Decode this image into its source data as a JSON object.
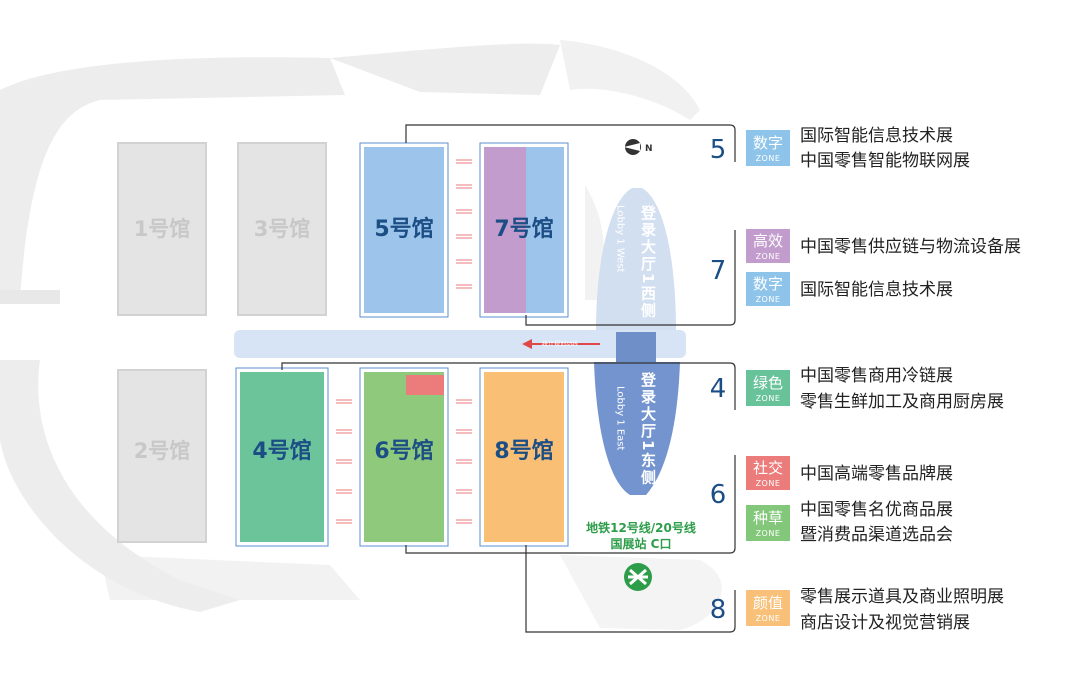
{
  "halls": {
    "h1": "1号馆",
    "h2": "2号馆",
    "h3": "3号馆",
    "h4": "4号馆",
    "h5": "5号馆",
    "h6": "6号馆",
    "h7": "7号馆",
    "h8": "8号馆"
  },
  "lobby_west": {
    "cn": "登录大厅1西侧",
    "en": "Lobby 1 West"
  },
  "lobby_east": {
    "cn": "登录大厅1东侧",
    "en": "Lobby 1 East"
  },
  "compass": "N",
  "corridor_label": "统计规划动线",
  "metro": {
    "line1": "地铁12号线/20号线",
    "line2": "国展站 C口"
  },
  "colors": {
    "digital": "#8ec4ea",
    "efficiency": "#c29ccc",
    "green": "#69c39a",
    "social": "#ec7b7b",
    "grass": "#83c77a",
    "value": "#f8c078",
    "hall5": "#9dc4ea",
    "hall4": "#6cc49b",
    "hall6": "#8ec97c",
    "hall8": "#f9c075",
    "number": "#1c4e86",
    "metro": "#2e9d4a",
    "grey": "#e6e6e6"
  },
  "legend": [
    {
      "number": "5",
      "rows": [
        {
          "zone_cn": "数字",
          "zone_en": "ZONE",
          "color": "digital",
          "lines": [
            "国际智能信息技术展",
            "中国零售智能物联网展"
          ]
        }
      ]
    },
    {
      "number": "7",
      "rows": [
        {
          "zone_cn": "高效",
          "zone_en": "ZONE",
          "color": "efficiency",
          "lines": [
            "中国零售供应链与物流设备展"
          ]
        },
        {
          "zone_cn": "数字",
          "zone_en": "ZONE",
          "color": "digital",
          "lines": [
            "国际智能信息技术展"
          ]
        }
      ]
    },
    {
      "number": "4",
      "rows": [
        {
          "zone_cn": "绿色",
          "zone_en": "ZONE",
          "color": "green",
          "lines": [
            "中国零售商用冷链展",
            "零售生鲜加工及商用厨房展"
          ]
        }
      ]
    },
    {
      "number": "6",
      "rows": [
        {
          "zone_cn": "社交",
          "zone_en": "ZONE",
          "color": "social",
          "lines": [
            "中国高端零售品牌展"
          ]
        },
        {
          "zone_cn": "种草",
          "zone_en": "ZONE",
          "color": "grass",
          "lines": [
            "中国零售名优商品展",
            "暨消费品渠道选品会"
          ]
        }
      ]
    },
    {
      "number": "8",
      "rows": [
        {
          "zone_cn": "颜值",
          "zone_en": "ZONE",
          "color": "value",
          "lines": [
            "零售展示道具及商业照明展",
            "商店设计及视觉营销展"
          ]
        }
      ]
    }
  ]
}
